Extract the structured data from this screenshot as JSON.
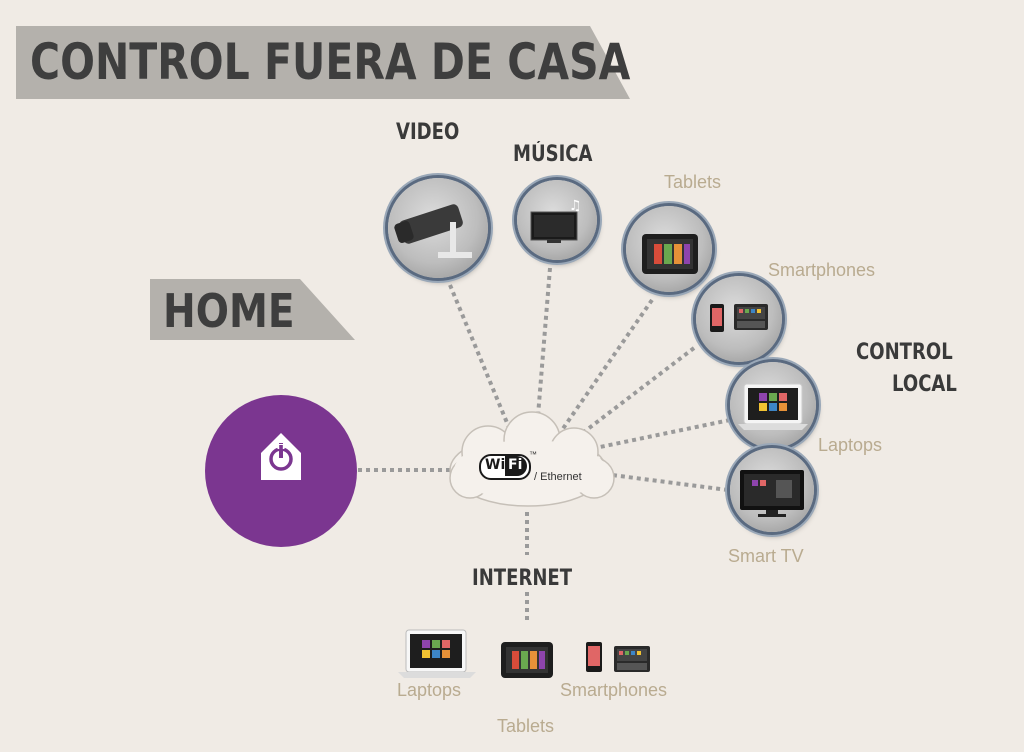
{
  "title": "CONTROL FUERA DE CASA",
  "home_banner": "HOME",
  "section_headings": {
    "video": "VIDEO",
    "musica": "MÚSICA",
    "control_local_line1": "CONTROL",
    "control_local_line2": "LOCAL",
    "internet": "INTERNET"
  },
  "device_labels": {
    "tablets": "Tablets",
    "smartphones": "Smartphones",
    "laptops": "Laptops",
    "smart_tv": "Smart TV"
  },
  "remote_device_labels": {
    "laptops": "Laptops",
    "smartphones": "Smartphones",
    "tablets": "Tablets"
  },
  "network": {
    "wifi_left": "Wi",
    "wifi_right": "Fi",
    "trademark": "™",
    "ethernet": "/ Ethernet"
  },
  "icons": {
    "home": "home-power-icon",
    "video": "security-camera-icon",
    "musica": "music-tv-icon",
    "tablets": "tablet-icon",
    "smartphones": "smartphone-icon",
    "laptops": "laptop-icon",
    "smart_tv": "smart-tv-icon"
  },
  "colors": {
    "background": "#f0ebe5",
    "banner": "#b4b1ac",
    "home_circle": "#7b3690",
    "connector": "#9a9a9a",
    "light_label": "#b9ab90",
    "heading": "#3a3a3a"
  }
}
